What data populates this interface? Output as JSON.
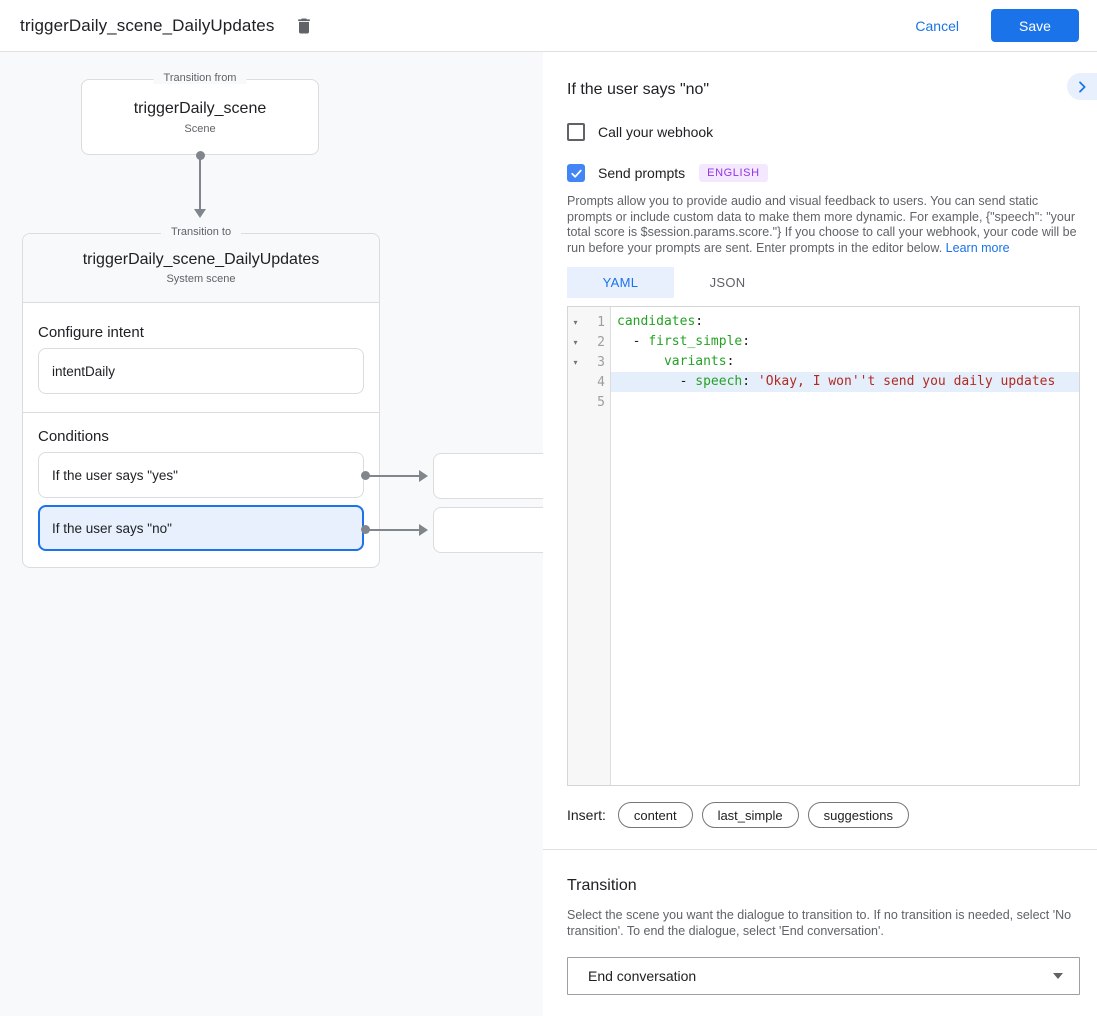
{
  "header": {
    "title": "triggerDaily_scene_DailyUpdates",
    "cancel_label": "Cancel",
    "save_label": "Save"
  },
  "canvas": {
    "from_box": {
      "legend": "Transition from",
      "title": "triggerDaily_scene",
      "subtitle": "Scene"
    },
    "to_box": {
      "legend": "Transition to",
      "title": "triggerDaily_scene_DailyUpdates",
      "subtitle": "System scene",
      "configure_intent_label": "Configure intent",
      "intent_value": "intentDaily",
      "conditions_label": "Conditions",
      "conditions": [
        {
          "label": "If the user says \"yes\"",
          "selected": false
        },
        {
          "label": "If the user says \"no\"",
          "selected": true
        }
      ]
    }
  },
  "panel": {
    "title": "If the user says \"no\"",
    "webhook_label": "Call your webhook",
    "send_prompts_label": "Send prompts",
    "language_badge": "ENGLISH",
    "description": "Prompts allow you to provide audio and visual feedback to users. You can send static prompts or include custom data to make them more dynamic. For example, {\"speech\": \"your total score is $session.params.score.\"} If you choose to call your webhook, your code will be run before your prompts are sent. Enter prompts in the editor below. ",
    "learn_more_label": "Learn more",
    "tabs": [
      {
        "label": "YAML",
        "active": true
      },
      {
        "label": "JSON",
        "active": false
      }
    ],
    "editor": {
      "lines": [
        {
          "num": "1",
          "fold": true,
          "highlight": false,
          "segments": [
            [
              "key",
              "candidates"
            ],
            [
              "plain",
              ":"
            ]
          ]
        },
        {
          "num": "2",
          "fold": true,
          "highlight": false,
          "segments": [
            [
              "plain",
              "  - "
            ],
            [
              "key",
              "first_simple"
            ],
            [
              "plain",
              ":"
            ]
          ]
        },
        {
          "num": "3",
          "fold": true,
          "highlight": false,
          "segments": [
            [
              "plain",
              "      "
            ],
            [
              "key",
              "variants"
            ],
            [
              "plain",
              ":"
            ]
          ]
        },
        {
          "num": "4",
          "fold": false,
          "highlight": true,
          "segments": [
            [
              "plain",
              "        - "
            ],
            [
              "key",
              "speech"
            ],
            [
              "plain",
              ": "
            ],
            [
              "string",
              "'Okay, I won''t send you daily updates"
            ]
          ]
        },
        {
          "num": "5",
          "fold": false,
          "highlight": false,
          "segments": []
        }
      ]
    },
    "insert_label": "Insert:",
    "insert_chips": [
      "content",
      "last_simple",
      "suggestions"
    ],
    "transition": {
      "heading": "Transition",
      "description": "Select the scene you want the dialogue to transition to. If no transition is needed, select 'No transition'. To end the dialogue, select 'End conversation'.",
      "dropdown_value": "End conversation"
    }
  },
  "colors": {
    "accent": "#1a73e8",
    "checkbox_checked": "#4285f4",
    "selected_condition_bg": "#e8f0fe",
    "badge_bg": "#f3e8fd",
    "badge_text": "#9334e6",
    "code_key": "#24a224",
    "code_string": "#b22a22",
    "canvas_bg": "#f8f9fa"
  }
}
